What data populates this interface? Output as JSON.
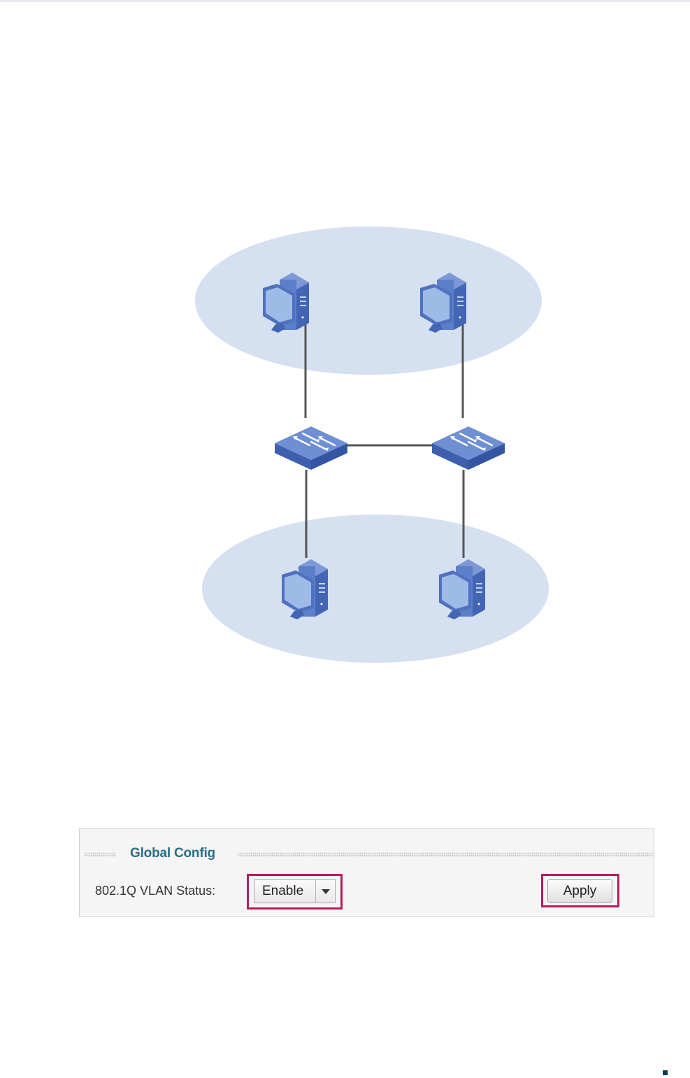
{
  "panel": {
    "title": "Global Config",
    "vlan_status_label": "802.1Q VLAN Status:",
    "vlan_status_options": [
      "Enable"
    ],
    "vlan_status_value": "Enable",
    "apply_label": "Apply"
  },
  "colors": {
    "zone_fill": "#d5e0f1",
    "device_blue": "#5b7fc8",
    "link_color": "#555555",
    "panel_title": "#2b6e84",
    "highlight_border": "#b01f5f",
    "corner_mark": "#0d3b53"
  },
  "diagram": {
    "zones": [
      "top-zone",
      "bottom-zone"
    ],
    "devices": [
      "pc-icon",
      "pc-icon",
      "switch-icon",
      "switch-icon",
      "pc-icon",
      "pc-icon"
    ]
  }
}
